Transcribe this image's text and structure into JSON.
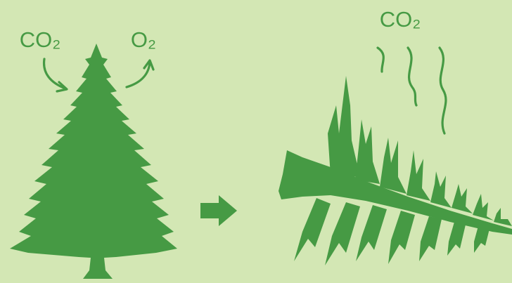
{
  "colors": {
    "background": "#d3e7b4",
    "tree": "#469a44",
    "label": "#469a44"
  },
  "labels": {
    "co2_in": "CO₂",
    "o2_out": "O₂",
    "co2_emitted": "CO₂"
  },
  "icons": {
    "living_tree": "pine-tree-icon",
    "transition": "right-arrow-icon",
    "dead_tree": "fallen-tree-icon",
    "emission": "wavy-lines-icon"
  }
}
